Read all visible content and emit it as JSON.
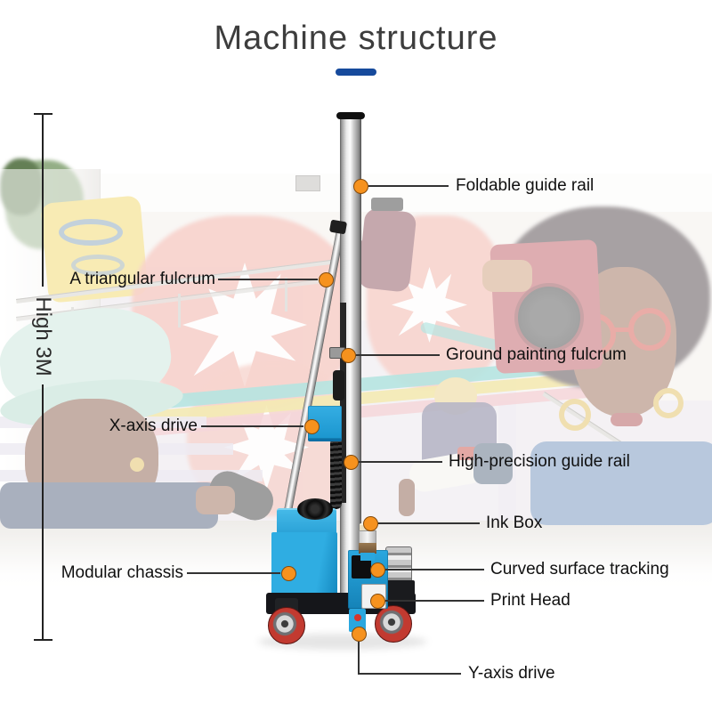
{
  "title": {
    "text": "Machine structure"
  },
  "ruler": {
    "label": "High 3M"
  },
  "callouts": [
    {
      "id": "foldable-guide-rail",
      "label": "Foldable guide rail",
      "side": "right"
    },
    {
      "id": "triangular-fulcrum",
      "label": "A triangular fulcrum",
      "side": "left"
    },
    {
      "id": "ground-painting-fulcrum",
      "label": "Ground painting fulcrum",
      "side": "right"
    },
    {
      "id": "x-axis-drive",
      "label": "X-axis drive",
      "side": "left"
    },
    {
      "id": "high-precision-guide-rail",
      "label": "High-precision guide rail",
      "side": "right"
    },
    {
      "id": "ink-box",
      "label": "Ink Box",
      "side": "right"
    },
    {
      "id": "modular-chassis",
      "label": "Modular chassis",
      "side": "left"
    },
    {
      "id": "curved-surface-tracking",
      "label": "Curved surface tracking",
      "side": "right"
    },
    {
      "id": "print-head",
      "label": "Print Head",
      "side": "right"
    },
    {
      "id": "y-axis-drive",
      "label": "Y-axis drive",
      "side": "right"
    }
  ],
  "colors": {
    "title_underline": "#164a9c",
    "callout_dot": "#f6921e",
    "callout_line": "#333333",
    "machine_blue": "#29a7df",
    "wheel_red": "#c23a30"
  }
}
